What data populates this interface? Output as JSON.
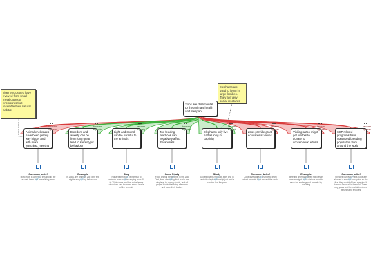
{
  "root": {
    "text": "Zoos are detrimental to the animals health and lifespan"
  },
  "notes": [
    {
      "text": "Tiger enclosures have evolved from small metal cages to enclosures that resemble their natural habitat"
    },
    {
      "text": "Elephants are used to living in large families. They are very social creatures"
    }
  ],
  "claims": [
    {
      "stance": "oppose",
      "tag": "because opposes",
      "text": "Animal enclosures have been getting way bigger and with more enriching, meeting their needs",
      "source": {
        "label": "Common belief",
        "text": "Most zoos in America this should be as well have had more living area"
      }
    },
    {
      "stance": "support",
      "tag": "because supports",
      "text": "Boredom and anxiety can be from long great lead to stereotypic behaviour",
      "source": {
        "label": "Example",
        "text": "In Zoos, the animals Zoo with few sights and pacing behaviour"
      }
    },
    {
      "stance": "support",
      "tag": "because supports",
      "text": "Light and sound can be harmful to the animals",
      "source": {
        "label": "Blog",
        "text": "Noise within zoos is harmful to animals from bodies ranging from 60 to 70 decibels and the noise levels of visitors can increase stress levels of the animals"
      }
    },
    {
      "stance": "support",
      "tag": "because supports",
      "text": "Zoo feeding practices can negatively affect the animals",
      "source": {
        "label": "Case Study",
        "text": "Food animal treatments in the Zoo Diet, from observing that public are displays, to dietary foods, lack of proper foods that bring elements and have their bodies"
      }
    },
    {
      "stance": "support",
      "tag": "because supports",
      "text": "Elephants only live half as long in captivity",
      "source": {
        "label": "Study",
        "text": "Zoo elephants typically age, and in captivity elephants weigh just and a shorter live lifespan"
      }
    },
    {
      "stance": "oppose",
      "tag": "because opposes",
      "text": "Zoos provide great educational values",
      "source": {
        "label": "Common belief",
        "text": "Zoos give a great chance to learn about animals from around the world"
      }
    },
    {
      "stance": "oppose",
      "tag": "because opposes",
      "text": "Visiting a zoo might get visitors to donate to conservation efforts",
      "source": {
        "label": "Example",
        "text": "Meeting an endangered species in person might make visitors want to save the endangered animals by donating"
      }
    },
    {
      "stance": "oppose",
      "tag": "because opposes",
      "text": "SSP related programs have continued breeding population from around the world",
      "source": {
        "label": "Common belief",
        "text": "Species Survival Plans Zoos are allowed a species in captive so the that they wouldn't lose species. It has not been all in the wild. These long years and be maintained over business to endures"
      }
    }
  ],
  "colors": {
    "support": "#3cb23c",
    "support_fill": "#b9e6b9",
    "oppose": "#d83a3a",
    "oppose_fill": "#f2b0b0"
  }
}
